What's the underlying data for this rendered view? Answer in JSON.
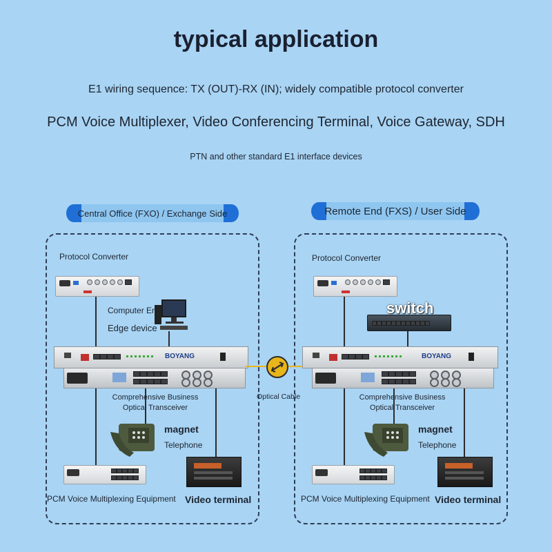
{
  "header": {
    "title": "typical application",
    "line1": "E1 wiring sequence: TX (OUT)-RX (IN); widely compatible protocol converter",
    "line2": "PCM Voice Multiplexer, Video Conferencing Terminal, Voice Gateway, SDH",
    "line3": "PTN and other standard E1 interface devices"
  },
  "left": {
    "badge": "Central Office (FXO) / Exchange Side",
    "protocol_converter": "Protocol Converter",
    "computer_end": "Computer End",
    "edge_device": "Edge device",
    "transceiver": "Comprehensive Business Optical Transceiver",
    "magnet": "magnet",
    "telephone": "Telephone",
    "pcm": "PCM Voice Multiplexing Equipment",
    "video": "Video terminal",
    "brand": "BOYANG"
  },
  "right": {
    "badge": "Remote End (FXS) / User Side",
    "protocol_converter": "Protocol Converter",
    "switch": "switch",
    "transceiver": "Comprehensive Business Optical Transceiver",
    "magnet": "magnet",
    "telephone": "Telephone",
    "pcm": "PCM Voice Multiplexing Equipment",
    "video": "Video terminal",
    "brand": "BOYANG"
  },
  "center": {
    "optical_cable": "Optical Cable"
  },
  "colors": {
    "background": "#a9d4f4",
    "badge_cap": "#1f6fd6",
    "fiber": "#e8b51a"
  }
}
